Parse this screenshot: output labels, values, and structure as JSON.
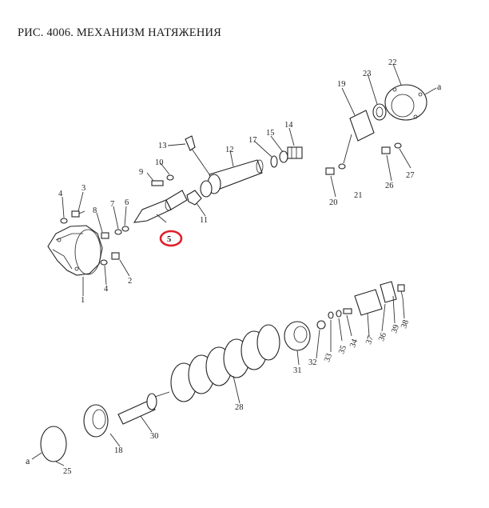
{
  "title": "РИС. 4006. МЕХАНИЗМ НАТЯЖЕНИЯ",
  "highlight_color": "#e0202a",
  "callouts": {
    "c1": "1",
    "c2": "2",
    "c3": "3",
    "c4a": "4",
    "c4b": "4",
    "c5": "5",
    "c6": "6",
    "c7": "7",
    "c8": "8",
    "c9": "9",
    "c10": "10",
    "c11": "11",
    "c12": "12",
    "c13": "13",
    "c14": "14",
    "c15": "15",
    "c17": "17",
    "c18": "18",
    "c19": "19",
    "c20": "20",
    "c21": "21",
    "c22": "22",
    "c23": "23",
    "c25": "25",
    "c26": "26",
    "c27": "27",
    "c28": "28",
    "c30": "30",
    "c31": "31",
    "c32": "32",
    "c33": "33",
    "c34": "34",
    "c35": "35",
    "c36": "36",
    "c37": "37",
    "c38": "38",
    "c39": "39"
  },
  "refs": {
    "a_top": "a",
    "a_bottom": "a"
  }
}
